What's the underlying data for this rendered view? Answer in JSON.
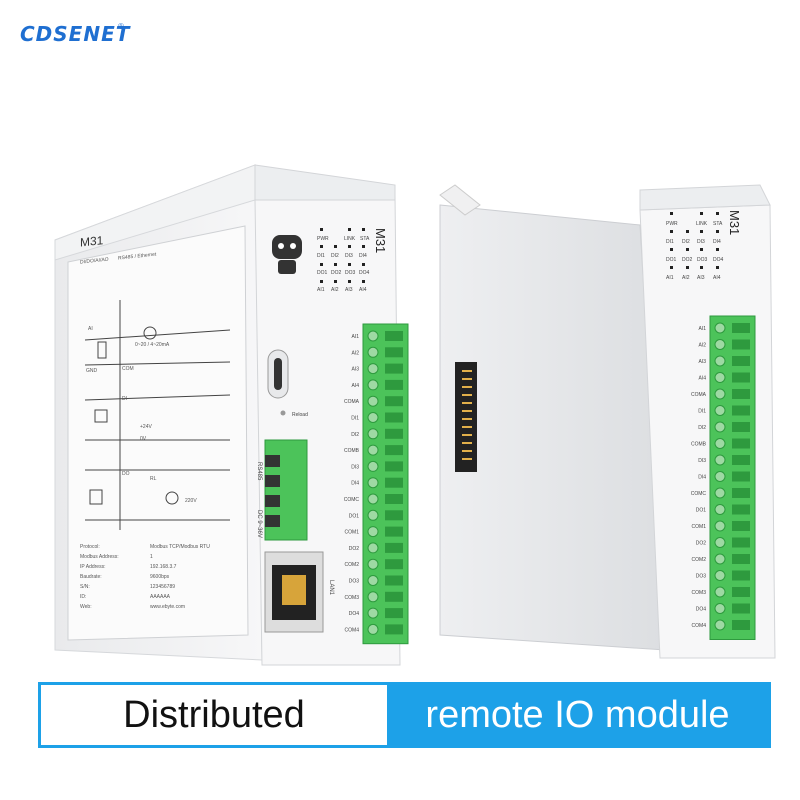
{
  "brand": {
    "name": "CDSENET",
    "registered": "®"
  },
  "banner": {
    "left_text": "Distributed",
    "right_text": "remote IO module"
  },
  "device_front": {
    "model": "M31",
    "subtitle": "DI/DO/AI/AO",
    "interface": "RS485 / Ethernet",
    "led_labels_row1": [
      "PWR",
      "LINK",
      "STA"
    ],
    "led_labels_row2": [
      "DI1",
      "DI2",
      "DI3",
      "DI4"
    ],
    "led_labels_row3": [
      "DO1",
      "DO2",
      "DO3",
      "DO4"
    ],
    "led_labels_row4": [
      "AI1",
      "AI2",
      "AI3",
      "AI4"
    ],
    "reload_label": "Reload",
    "rs485_label": "RS485",
    "dc_label": "DC 9~36V",
    "lan_label": "LAN1",
    "terminal_labels": [
      "AI1",
      "AI2",
      "AI3",
      "AI4",
      "COMA",
      "DI1",
      "DI2",
      "COMB",
      "DI3",
      "DI4",
      "COMC",
      "DO1",
      "COM1",
      "DO2",
      "COM2",
      "DO3",
      "COM3",
      "DO4",
      "COM4"
    ],
    "info_labels": [
      "Protocol:",
      "Modbus Address:",
      "IP Address:",
      "Baudrate:",
      "S/N:",
      "ID:",
      "Web:"
    ],
    "info_values": [
      "Modbus TCP/Modbus RTU",
      "1",
      "192.168.3.7",
      "9600bps",
      "123456789",
      "AAAAAA",
      "www.ebyte.com"
    ],
    "diagram_labels": [
      "AI",
      "GND",
      "COM",
      "DI",
      "DO",
      "RL",
      "0~20 / 4~20mA",
      "+24V",
      "0V",
      "220V"
    ]
  },
  "device_back": {
    "model": "M31",
    "led_labels_row1": [
      "PWR",
      "LINK",
      "STA"
    ],
    "led_labels_row2": [
      "DI1",
      "DI2",
      "DI3",
      "DI4"
    ],
    "led_labels_row3": [
      "DO1",
      "DO2",
      "DO3",
      "DO4"
    ],
    "led_labels_row4": [
      "AI1",
      "AI2",
      "AI3",
      "AI4"
    ],
    "terminal_labels": [
      "AI1",
      "AI2",
      "AI3",
      "AI4",
      "COMA",
      "DI1",
      "DI2",
      "COMB",
      "DI3",
      "DI4",
      "COMC",
      "DO1",
      "COM1",
      "DO2",
      "COM2",
      "DO3",
      "COM3",
      "DO4",
      "COM4"
    ]
  },
  "colors": {
    "brand": "#1f6fd1",
    "banner": "#1da1e8",
    "terminal": "#4cc35a",
    "terminal_dark": "#2e9a3e"
  }
}
